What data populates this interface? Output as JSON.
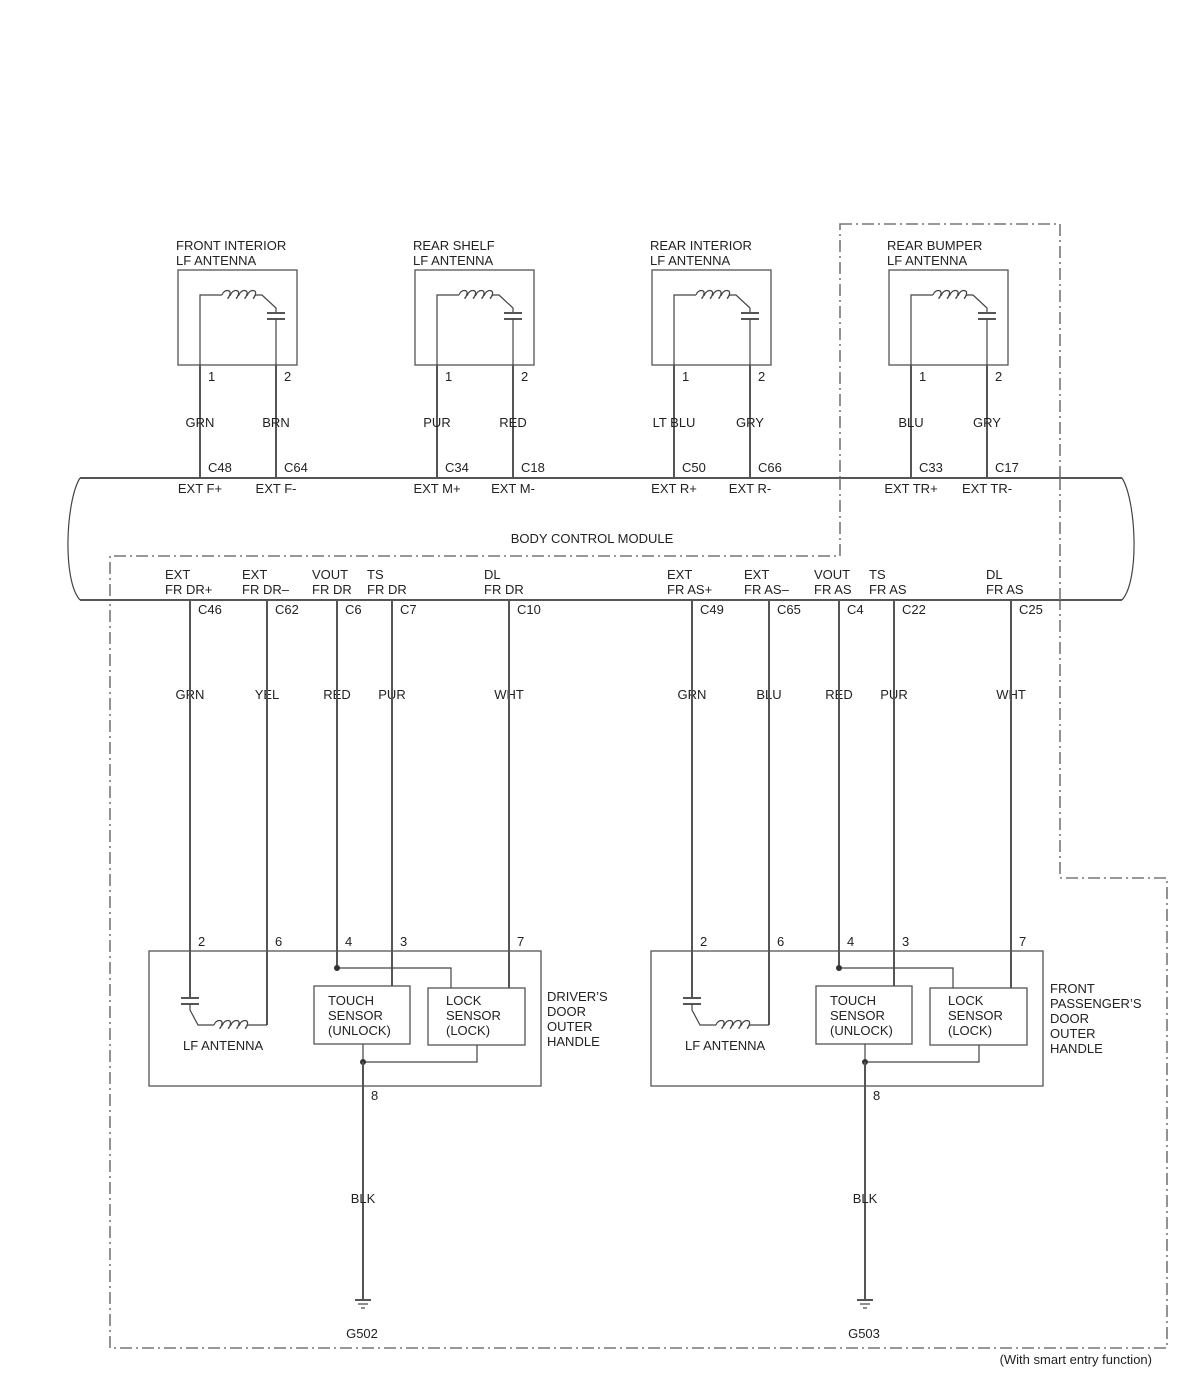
{
  "antennas": [
    {
      "name": [
        "FRONT INTERIOR",
        "LF ANTENNA"
      ],
      "pins": [
        {
          "pin": "1",
          "color": "GRN",
          "conn": "C48",
          "signal": "EXT F+"
        },
        {
          "pin": "2",
          "color": "BRN",
          "conn": "C64",
          "signal": "EXT F-"
        }
      ]
    },
    {
      "name": [
        "REAR SHELF",
        "LF ANTENNA"
      ],
      "pins": [
        {
          "pin": "1",
          "color": "PUR",
          "conn": "C34",
          "signal": "EXT M+"
        },
        {
          "pin": "2",
          "color": "RED",
          "conn": "C18",
          "signal": "EXT M-"
        }
      ]
    },
    {
      "name": [
        "REAR INTERIOR",
        "LF ANTENNA"
      ],
      "pins": [
        {
          "pin": "1",
          "color": "LT BLU",
          "conn": "C50",
          "signal": "EXT R+"
        },
        {
          "pin": "2",
          "color": "GRY",
          "conn": "C66",
          "signal": "EXT R-"
        }
      ]
    },
    {
      "name": [
        "REAR BUMPER",
        "LF ANTENNA"
      ],
      "pins": [
        {
          "pin": "1",
          "color": "BLU",
          "conn": "C33",
          "signal": "EXT TR+"
        },
        {
          "pin": "2",
          "color": "GRY",
          "conn": "C17",
          "signal": "EXT TR-"
        }
      ]
    }
  ],
  "module": {
    "label": "BODY CONTROL MODULE"
  },
  "handles": [
    {
      "name": [
        "DRIVER’S",
        "DOOR",
        "OUTER",
        "HANDLE"
      ],
      "wires": [
        {
          "signal": [
            "EXT",
            "FR DR+"
          ],
          "conn": "C46",
          "color": "GRN",
          "pin": "2"
        },
        {
          "signal": [
            "EXT",
            "FR DR–"
          ],
          "conn": "C62",
          "color": "YEL",
          "pin": "6"
        },
        {
          "signal": [
            "VOUT",
            "FR DR"
          ],
          "conn": "C6",
          "color": "RED",
          "pin": "4"
        },
        {
          "signal": [
            "TS",
            "FR DR"
          ],
          "conn": "C7",
          "color": "PUR",
          "pin": "3"
        },
        {
          "signal": [
            "DL",
            "FR DR"
          ],
          "conn": "C10",
          "color": "WHT",
          "pin": "7"
        }
      ],
      "antenna_label": "LF ANTENNA",
      "touch_sensor": [
        "TOUCH",
        "SENSOR",
        "(UNLOCK)"
      ],
      "lock_sensor": [
        "LOCK",
        "SENSOR",
        "(LOCK)"
      ],
      "ground_pin": "8",
      "ground_color": "BLK",
      "ground": "G502"
    },
    {
      "name": [
        "FRONT",
        "PASSENGER’S",
        "DOOR",
        "OUTER",
        "HANDLE"
      ],
      "wires": [
        {
          "signal": [
            "EXT",
            "FR AS+"
          ],
          "conn": "C49",
          "color": "GRN",
          "pin": "2"
        },
        {
          "signal": [
            "EXT",
            "FR AS–"
          ],
          "conn": "C65",
          "color": "BLU",
          "pin": "6"
        },
        {
          "signal": [
            "VOUT",
            "FR AS"
          ],
          "conn": "C4",
          "color": "RED",
          "pin": "4"
        },
        {
          "signal": [
            "TS",
            "FR AS"
          ],
          "conn": "C22",
          "color": "PUR",
          "pin": "3"
        },
        {
          "signal": [
            "DL",
            "FR AS"
          ],
          "conn": "C25",
          "color": "WHT",
          "pin": "7"
        }
      ],
      "antenna_label": "LF ANTENNA",
      "touch_sensor": [
        "TOUCH",
        "SENSOR",
        "(UNLOCK)"
      ],
      "lock_sensor": [
        "LOCK",
        "SENSOR",
        "(LOCK)"
      ],
      "ground_pin": "8",
      "ground_color": "BLK",
      "ground": "G503"
    }
  ],
  "footnote": "(With smart entry function)"
}
